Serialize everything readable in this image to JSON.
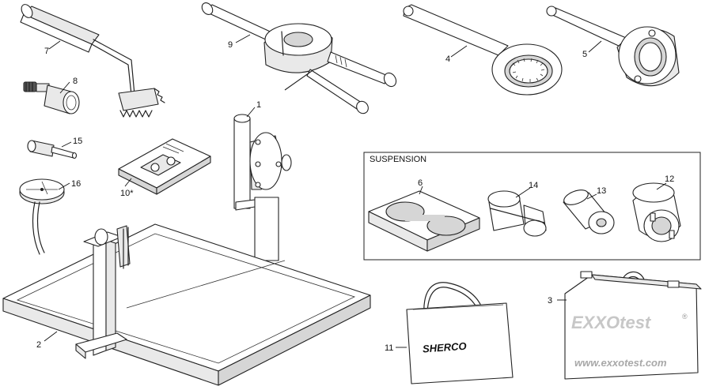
{
  "section": {
    "title": "SUSPENSION"
  },
  "callouts": {
    "c1": "1",
    "c2": "2",
    "c3": "3",
    "c4": "4",
    "c5": "5",
    "c6": "6",
    "c7": "7",
    "c8": "8",
    "c9": "9",
    "c10": "10*",
    "c11": "11",
    "c12": "12",
    "c13": "13",
    "c14": "14",
    "c15": "15",
    "c16": "16"
  },
  "case_branding": {
    "logo": "EXXOtest",
    "registered": "®",
    "url": "www.exxotest.com"
  },
  "bag_branding": {
    "logo": "SHERCO"
  }
}
